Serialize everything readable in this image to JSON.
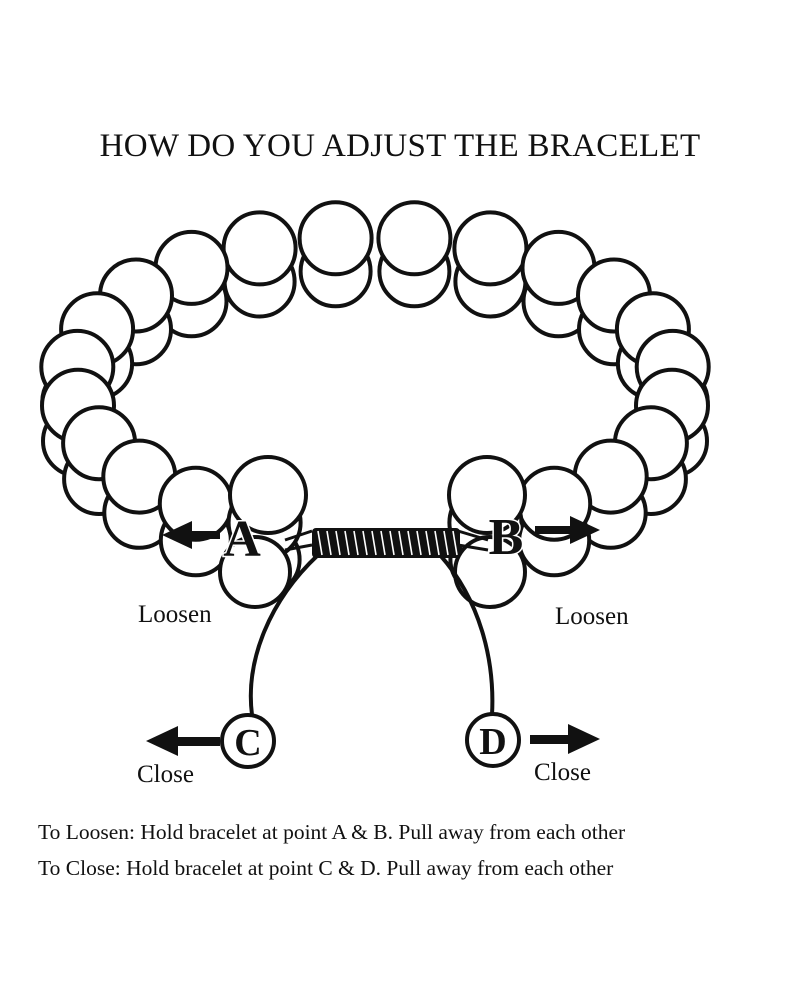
{
  "title": "HOW DO YOU ADJUST THE BRACELET",
  "points": {
    "a": "A",
    "b": "B",
    "c": "C",
    "d": "D"
  },
  "labels": {
    "loosen_left": "Loosen",
    "loosen_right": "Loosen",
    "close_left": "Close",
    "close_right": "Close"
  },
  "instructions": {
    "loosen": "To Loosen: Hold bracelet at point A & B. Pull away from each other",
    "close": "To Close: Hold bracelet at point C & D. Pull away from each other"
  }
}
